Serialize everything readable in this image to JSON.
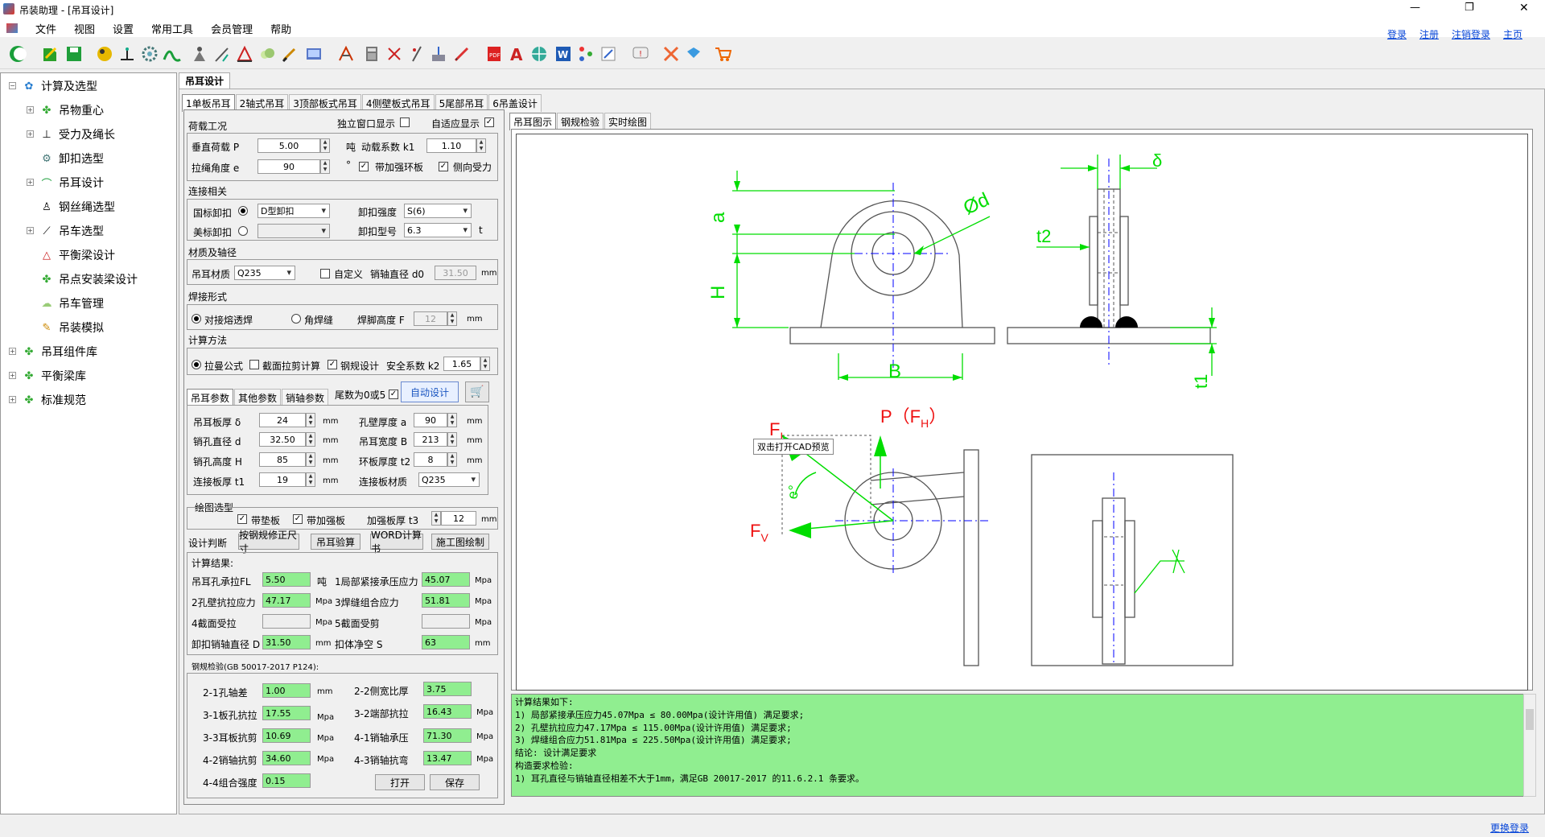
{
  "window": {
    "title": "吊装助理 - [吊耳设计]",
    "controls": [
      "—",
      "❐",
      "✕"
    ]
  },
  "menu": [
    "文件",
    "视图",
    "设置",
    "常用工具",
    "会员管理",
    "帮助"
  ],
  "toplinks": [
    "登录",
    "注册",
    "注销登录",
    "主页"
  ],
  "toolbar_icons": [
    "app-icon",
    "open-icon",
    "save-icon",
    "ball-icon",
    "level-icon",
    "gear-icon",
    "arch-icon",
    "person-icon",
    "crane-icon",
    "triangle-icon",
    "cloud-icon",
    "brush-icon",
    "screen-icon",
    "draw-icon",
    "calculator-icon",
    "scissors-icon",
    "pen-icon",
    "network-icon",
    "pencil-icon",
    "pdf-icon",
    "text-icon",
    "globe-icon",
    "word-icon",
    "tree-icon",
    "edit-icon",
    "chat-icon",
    "tools-icon",
    "book-icon",
    "cart-icon"
  ],
  "tree": {
    "root": "计算及选型",
    "children": [
      "吊物重心",
      "受力及绳长",
      "卸扣选型",
      "吊耳设计",
      "钢丝绳选型",
      "吊车选型",
      "平衡梁设计",
      "吊点安装梁设计",
      "吊车管理",
      "吊装模拟"
    ],
    "others": [
      "吊耳组件库",
      "平衡梁库",
      "标准规范"
    ]
  },
  "main_tab": "吊耳设计",
  "sub_tabs": [
    "1单板吊耳",
    "2轴式吊耳",
    "3顶部板式吊耳",
    "4侧壁板式吊耳",
    "5尾部吊耳",
    "6吊盖设计"
  ],
  "load": {
    "title": "荷载工况",
    "standalone_label": "独立窗口显示",
    "adaptive_label": "自适应显示",
    "vertical_label": "垂直荷载 P",
    "vertical_value": "5.00",
    "vertical_unit": "吨",
    "dynamic_label": "动载系数 k1",
    "dynamic_value": "1.10",
    "angle_label": "拉绳角度 e",
    "angle_value": "90",
    "angle_unit": "°",
    "rib_label": "带加强环板",
    "side_label": "侧向受力"
  },
  "connect": {
    "title": "连接相关",
    "gb_label": "国标卸扣",
    "gb_value": "D型卸扣",
    "us_label": "美标卸扣",
    "strength_label": "卸扣强度",
    "strength_value": "S(6)",
    "model_label": "卸扣型号",
    "model_value": "6.3",
    "model_unit": "t"
  },
  "material": {
    "title": "材质及轴径",
    "mat_label": "吊耳材质",
    "mat_value": "Q235",
    "custom_label": "自定义",
    "pin_label": "销轴直径 d0",
    "pin_value": "31.50",
    "pin_unit": "mm"
  },
  "weld": {
    "title": "焊接形式",
    "butt_label": "对接熔透焊",
    "fillet_label": "角焊缝",
    "height_label": "焊脚高度 F",
    "height_value": "12",
    "height_unit": "mm"
  },
  "method": {
    "title": "计算方法",
    "m1": "拉曼公式",
    "m2": "截面拉剪计算",
    "m3": "钢规设计",
    "safety_label": "安全系数 k2",
    "safety_value": "1.65"
  },
  "param_tabs": [
    "吊耳参数",
    "其他参数",
    "销轴参数"
  ],
  "tail_label": "尾数为0或5",
  "auto_button": "自动设计",
  "params": [
    {
      "label": "吊耳板厚 δ",
      "value": "24",
      "unit": "mm"
    },
    {
      "label": "孔壁厚度 a",
      "value": "90",
      "unit": "mm"
    },
    {
      "label": "销孔直径 d",
      "value": "32.50",
      "unit": "mm"
    },
    {
      "label": "吊耳宽度 B",
      "value": "213",
      "unit": "mm"
    },
    {
      "label": "销孔高度 H",
      "value": "85",
      "unit": "mm"
    },
    {
      "label": "环板厚度 t2",
      "value": "8",
      "unit": "mm"
    },
    {
      "label": "连接板厚 t1",
      "value": "19",
      "unit": "mm"
    },
    {
      "label": "连接板材质",
      "value": "Q235",
      "unit": ""
    }
  ],
  "draw_type": {
    "title": "绘图选型",
    "pad_label": "带垫板",
    "rib_label": "带加强板",
    "rib_thick_label": "加强板厚 t3",
    "rib_thick_value": "12",
    "unit": "mm"
  },
  "design": {
    "title": "设计判断",
    "buttons": [
      "按钢规修正尺寸",
      "吊耳验算",
      "WORD计算书",
      "施工图绘制"
    ]
  },
  "results": {
    "title": "计算结果:",
    "rows": [
      {
        "label": "吊耳孔承拉FL",
        "value": "5.50",
        "unit": "吨"
      },
      {
        "label": "1局部紧接承压应力",
        "value": "45.07",
        "unit": "Mpa"
      },
      {
        "label": "2孔壁抗拉应力",
        "value": "47.17",
        "unit": "Mpa"
      },
      {
        "label": "3焊缝组合应力",
        "value": "51.81",
        "unit": "Mpa"
      },
      {
        "label": "4截面受拉",
        "value": "",
        "unit": "Mpa"
      },
      {
        "label": "5截面受剪",
        "value": "",
        "unit": "Mpa"
      },
      {
        "label": "卸扣销轴直径 D",
        "value": "31.50",
        "unit": "mm"
      },
      {
        "label": "扣体净空 S",
        "value": "63",
        "unit": "mm"
      }
    ]
  },
  "check": {
    "title": "钢规检验(GB 50017-2017 P124):",
    "rows": [
      {
        "label": "2-1孔轴差",
        "value": "1.00",
        "unit": "mm"
      },
      {
        "label": "2-2侧宽比厚",
        "value": "3.75",
        "unit": ""
      },
      {
        "label": "3-1板孔抗拉",
        "value": "17.55",
        "unit": "Mpa"
      },
      {
        "label": "3-2端部抗拉",
        "value": "16.43",
        "unit": "Mpa"
      },
      {
        "label": "3-3耳板抗剪",
        "value": "10.69",
        "unit": "Mpa"
      },
      {
        "label": "4-1销轴承压",
        "value": "71.30",
        "unit": "Mpa"
      },
      {
        "label": "4-2销轴抗剪",
        "value": "34.60",
        "unit": "Mpa"
      },
      {
        "label": "4-3销轴抗弯",
        "value": "13.47",
        "unit": "Mpa"
      },
      {
        "label": "4-4组合强度",
        "value": "0.15",
        "unit": ""
      }
    ],
    "open_button": "打开",
    "save_button": "保存"
  },
  "draw_tabs": [
    "吊耳图示",
    "钢规检验",
    "实时绘图"
  ],
  "drawing": {
    "a": "a",
    "d": "Ød",
    "delta": "δ",
    "t2": "t2",
    "H": "H",
    "B": "B",
    "t1": "t1",
    "FL": "F",
    "FL_sub": "L",
    "P": "P（F",
    "P_sub": "H",
    "P_close": "）",
    "FV": "F",
    "FV_sub": "V",
    "e": "e°",
    "tooltip": "双击打开CAD预览"
  },
  "output": [
    "计算结果如下:",
    "    1) 局部紧接承压应力45.07Mpa ≤ 80.00Mpa(设计许用值)  满足要求;",
    "    2) 孔壁抗拉应力47.17Mpa ≤ 115.00Mpa(设计许用值)  满足要求;",
    "    3) 焊缝组合应力51.81Mpa ≤ 225.50Mpa(设计许用值)  满足要求;",
    "       结论: 设计满足要求",
    "构造要求检验:",
    "    1) 耳孔直径与销轴直径相差不大于1mm，满足GB 20017-2017 的11.6.2.1 条要求。"
  ],
  "status": {
    "link": "更换登录"
  },
  "colors": {
    "green_field": "#90ee90",
    "drawing_green": "#00dd00",
    "force_red": "#ee1111",
    "axis_blue": "#0000ff",
    "link_blue": "#0645d8"
  }
}
